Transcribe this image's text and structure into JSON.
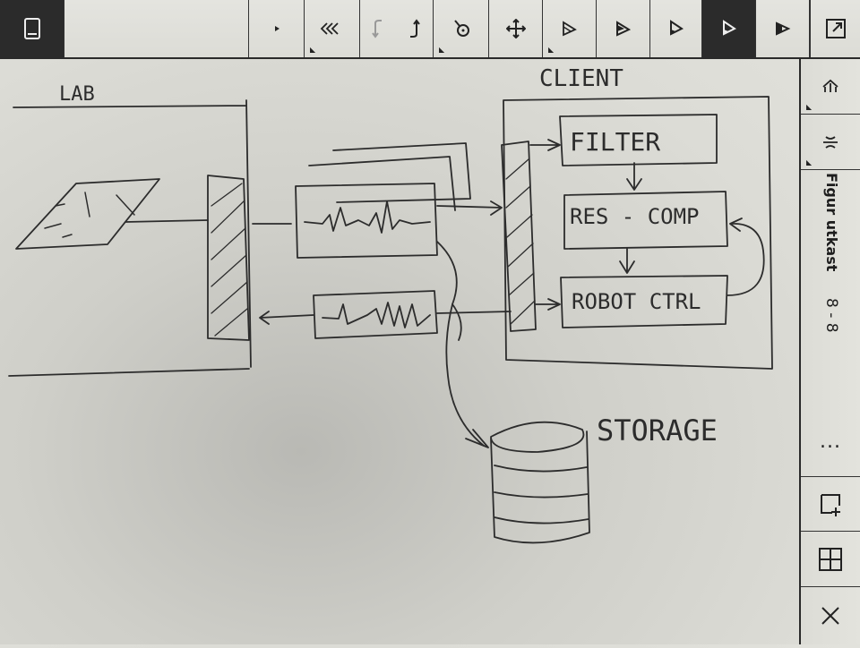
{
  "toolbar": {
    "buttons": [
      {
        "name": "device-menu-icon"
      },
      {
        "name": "play-icon"
      },
      {
        "name": "pen-mode-icon"
      },
      {
        "name": "undo-icon"
      },
      {
        "name": "redo-icon"
      },
      {
        "name": "lasso-icon"
      },
      {
        "name": "move-icon"
      },
      {
        "name": "pen-fine-icon"
      },
      {
        "name": "pen-medium-icon"
      },
      {
        "name": "pen-thick-icon"
      },
      {
        "name": "pen-selected-icon"
      },
      {
        "name": "eraser-icon"
      },
      {
        "name": "fullscreen-icon"
      }
    ]
  },
  "sidebar": {
    "title": "Figur utkast",
    "page_indicator": "8 - 8",
    "more_label": "...",
    "buttons": [
      "collapse-up-icon",
      "collapse-down-icon",
      "add-page-icon",
      "grid-view-icon",
      "close-icon"
    ]
  },
  "drawing": {
    "labels": {
      "lab": "LAB",
      "client": "CLIENT",
      "filter": "FILTER",
      "res_comp": "RES - COMP",
      "robot_ctrl": "ROBOT CTRL",
      "storage": "STORAGE"
    }
  }
}
